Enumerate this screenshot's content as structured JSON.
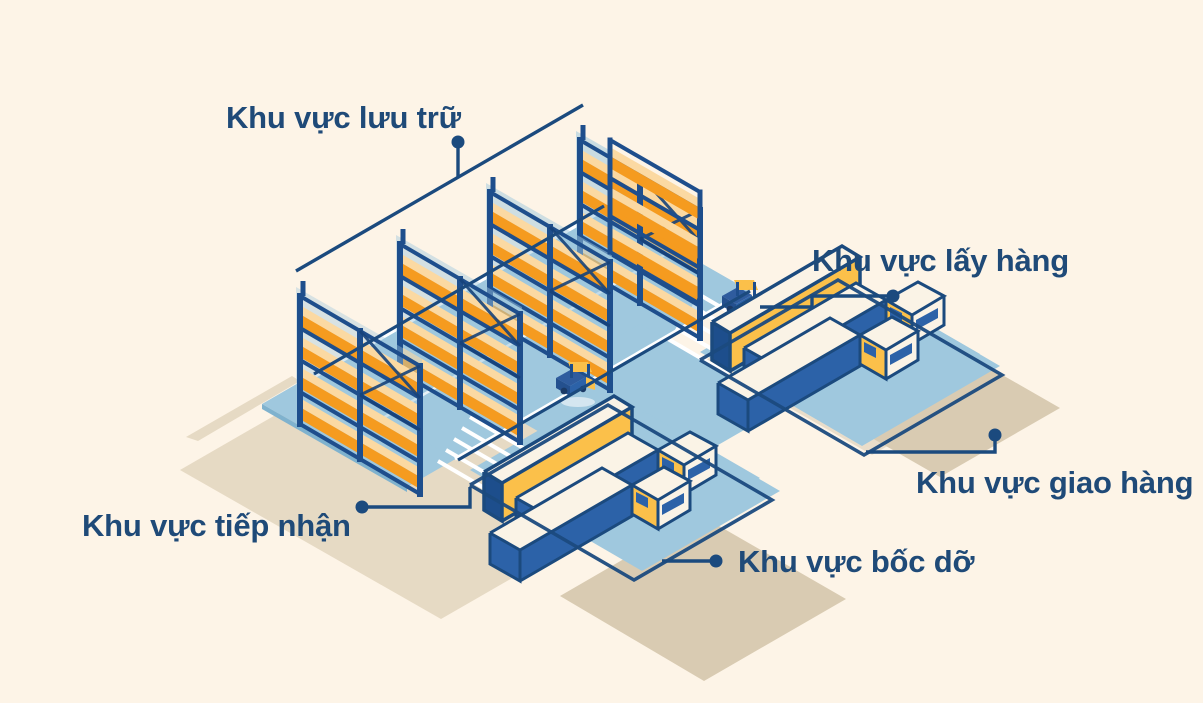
{
  "diagram": {
    "title_context": "Warehouse zones isometric diagram",
    "background_color": "#FDF4E7",
    "text_color": "#1F4A78",
    "palette": {
      "rack_navy": "#1E4E8C",
      "rack_navy_dark": "#16427A",
      "pallet_orange": "#F59B1F",
      "pallet_orange_dark": "#E8821A",
      "pallet_cream": "#FBD9A2",
      "pallet_light": "#FDEBCB",
      "floor_blue": "#9FC8DE",
      "floor_blue_mid": "#8FBCD6",
      "floor_blue_dark": "#7FB2CE",
      "shadow_tan": "#D9CBB2",
      "shadow_tan_light": "#EFE5D2",
      "truck_blue": "#2C62A8",
      "truck_white": "#FAF3E6",
      "truck_yellow": "#FBC04A",
      "dock_yellow": "#FBC04A",
      "dock_navy": "#1D4E8C",
      "line_navy": "#1B4A7E",
      "lane_white": "#FFFFFF"
    },
    "labels": [
      {
        "id": "storage",
        "text": "Khu vực lưu trữ",
        "leader": "vertical-stem-to-bracket"
      },
      {
        "id": "picking",
        "text": "Khu vực lấy hàng",
        "leader": "dot-left-elbow"
      },
      {
        "id": "shipping",
        "text": "Khu vực giao hàng",
        "leader": "dot-up-elbow"
      },
      {
        "id": "receiving",
        "text": "Khu vực tiếp nhận",
        "leader": "dot-right-line"
      },
      {
        "id": "loading",
        "text": "Khu vực bốc dỡ",
        "leader": "dot-left-line"
      }
    ],
    "scene_elements": {
      "rack_rows": 4,
      "rack_levels": 4,
      "forklifts": 2,
      "trucks_shipping": 2,
      "trucks_receiving": 2,
      "aisles": [
        "main-cross-aisle",
        "dock-approach-aisle"
      ]
    }
  }
}
